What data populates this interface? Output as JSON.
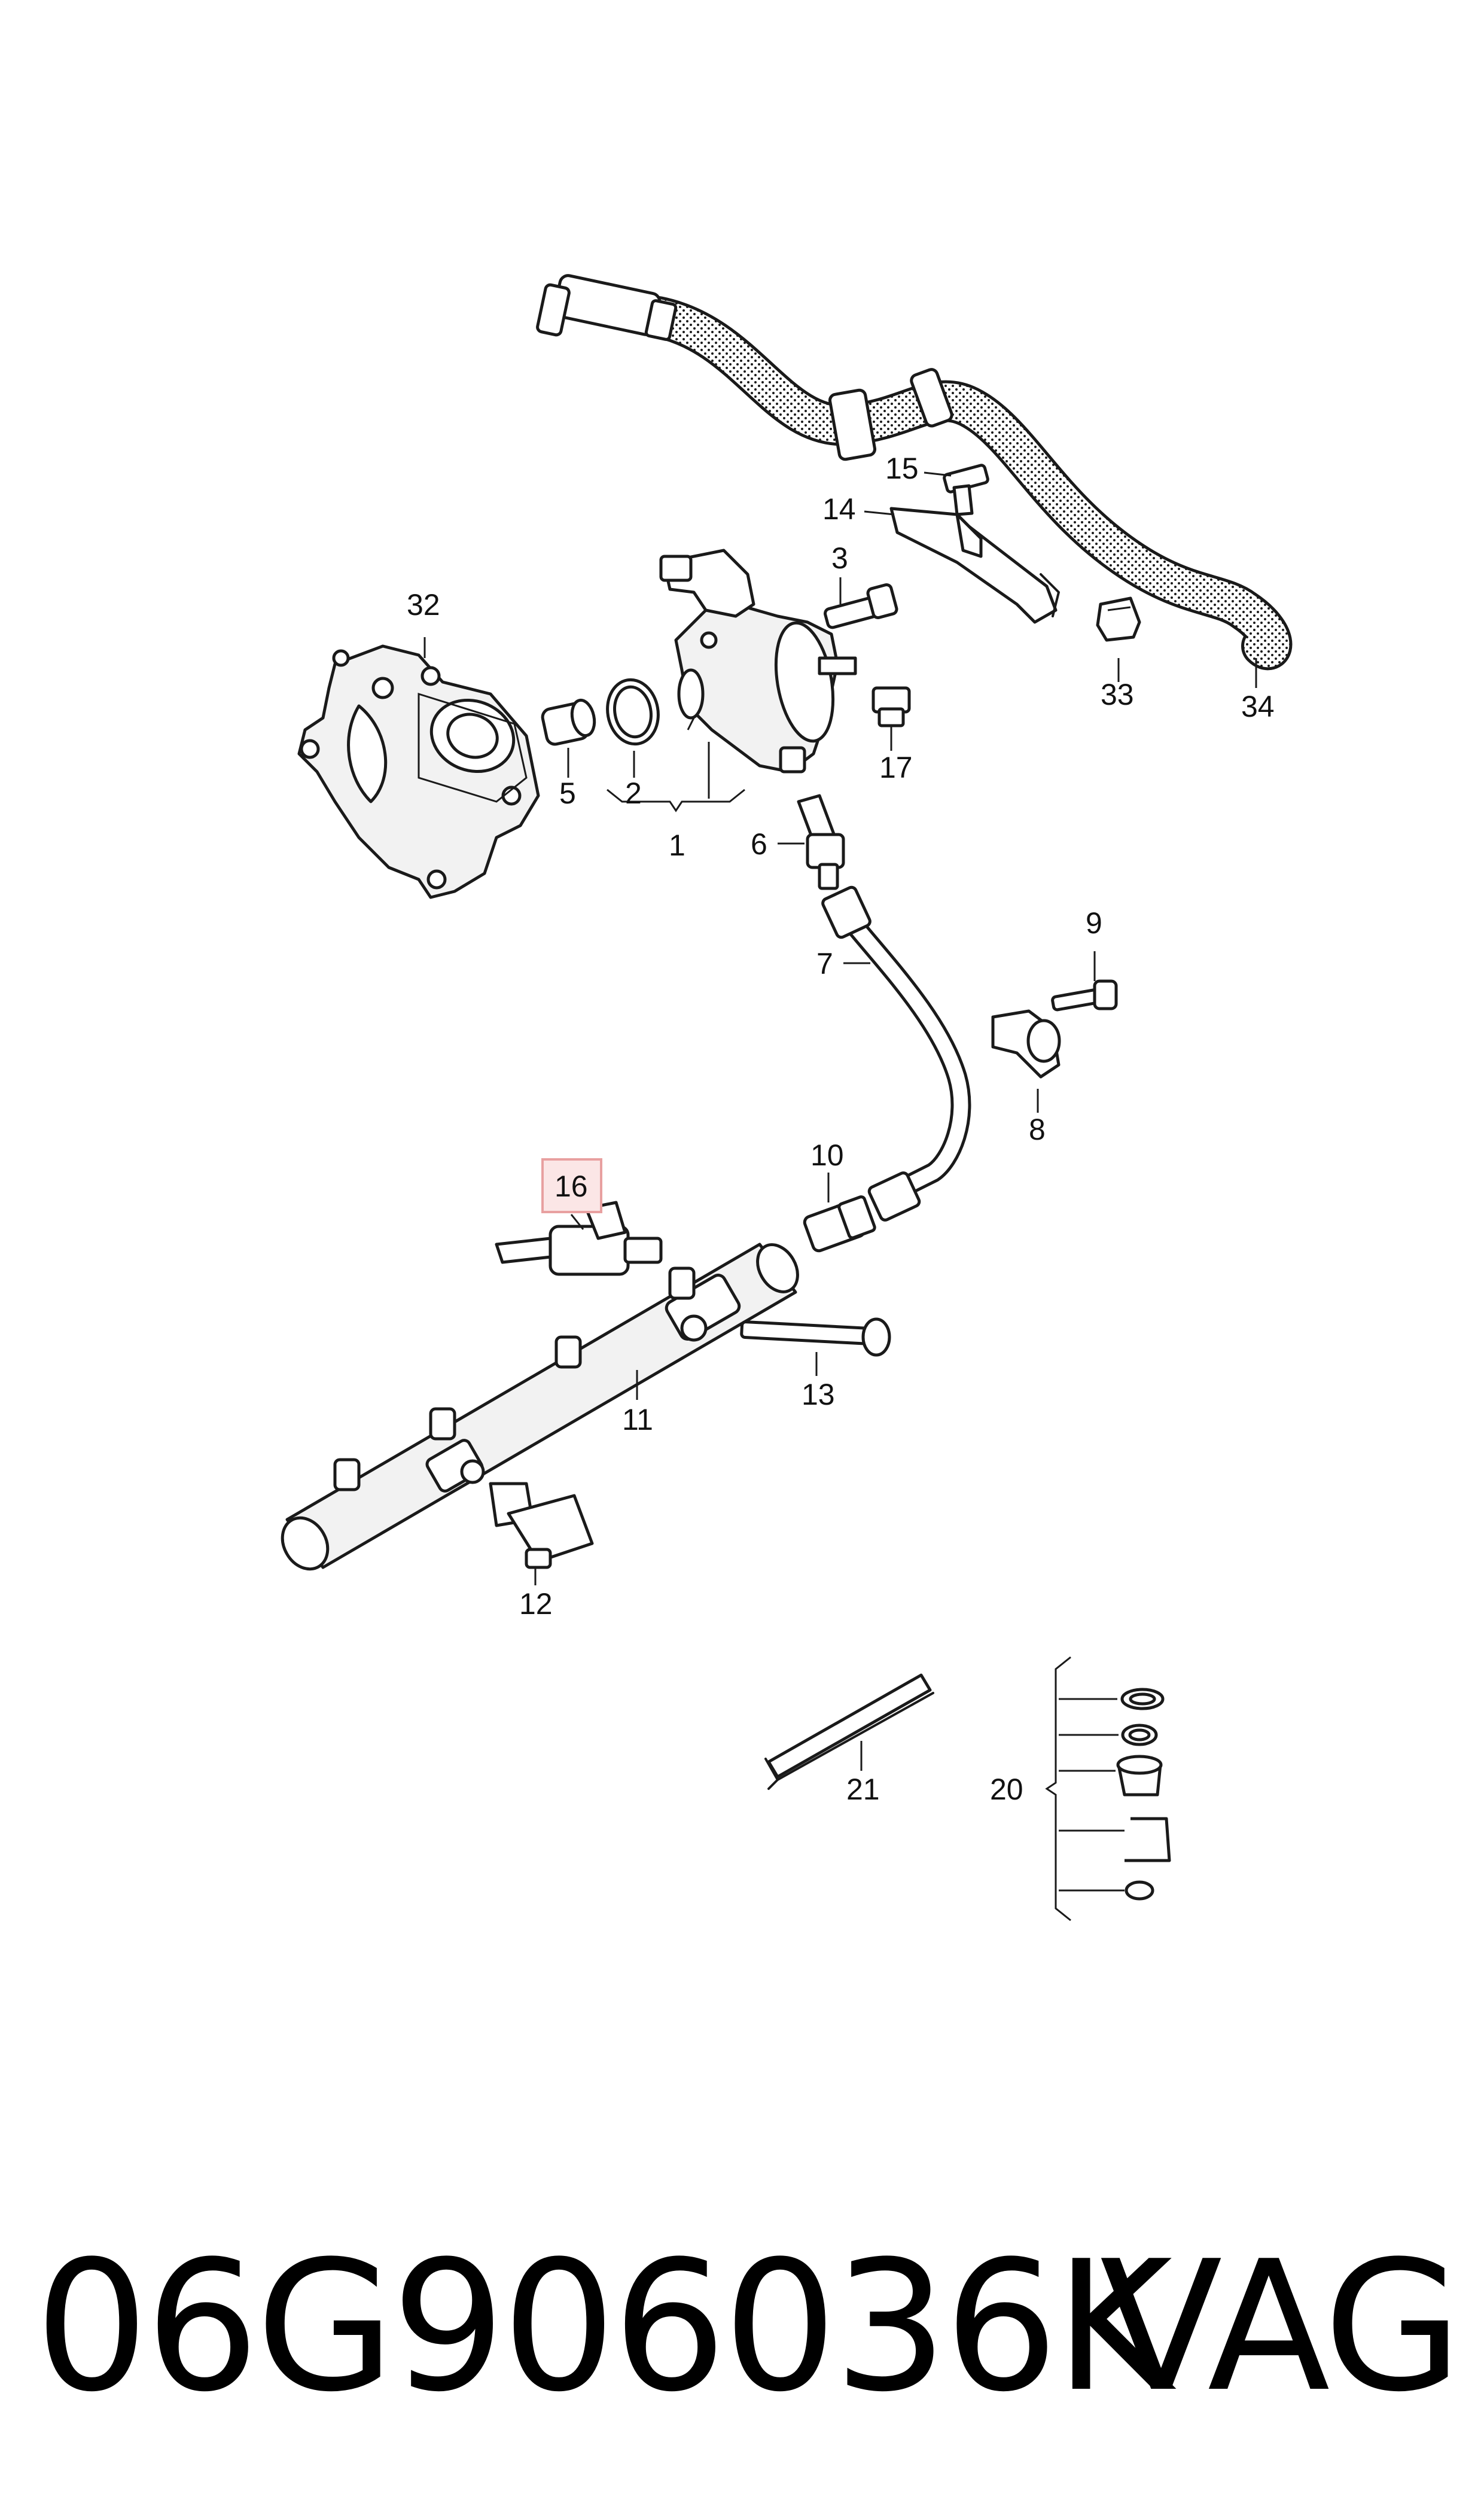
{
  "callouts": {
    "c1": "1",
    "c2": "2",
    "c3": "3",
    "c5": "5",
    "c6": "6",
    "c7": "7",
    "c8": "8",
    "c9": "9",
    "c10": "10",
    "c11": "11",
    "c12": "12",
    "c13": "13",
    "c14": "14",
    "c15": "15",
    "c16": "16",
    "c17": "17",
    "c20": "20",
    "c21": "21",
    "c32": "32",
    "c33": "33",
    "c34": "34"
  },
  "highlight": {
    "part": "16",
    "color": "#e8a0a0"
  },
  "footer": {
    "part_number": "06G906036K",
    "brand": "VAG"
  }
}
